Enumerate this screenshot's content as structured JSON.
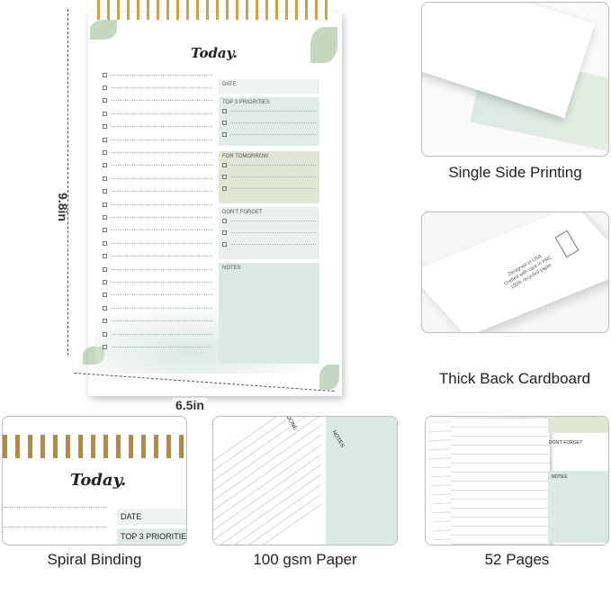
{
  "main_notepad": {
    "title": "Today.",
    "sections": [
      "DATE",
      "TOP 3 PRIORITIES",
      "FOR TOMORROW",
      "DON'T FORGET",
      "NOTES"
    ],
    "height_label": "9.8in",
    "width_label": "6.5in",
    "colors": {
      "priorities": "#e1ece9",
      "tomorrow": "#dfe6d2",
      "dont_forget": "#eaf0ef",
      "notes": "#dbe9e4"
    }
  },
  "features": [
    {
      "caption": "Single Side Printing"
    },
    {
      "caption": "Thick Back Cardboard",
      "printed_text": [
        "Designed in USA",
        "Crafted with care in PRC",
        "100% recycled paper"
      ]
    },
    {
      "caption": "Spiral Binding",
      "title": "Today.",
      "labels": [
        "DATE",
        "TOP 3 PRIORITIE"
      ]
    },
    {
      "caption": "100 gsm Paper",
      "labels": [
        "DONE",
        "NOTES"
      ]
    },
    {
      "caption": "52 Pages",
      "labels": [
        "DON'T FORGET",
        "NOTES"
      ]
    }
  ]
}
